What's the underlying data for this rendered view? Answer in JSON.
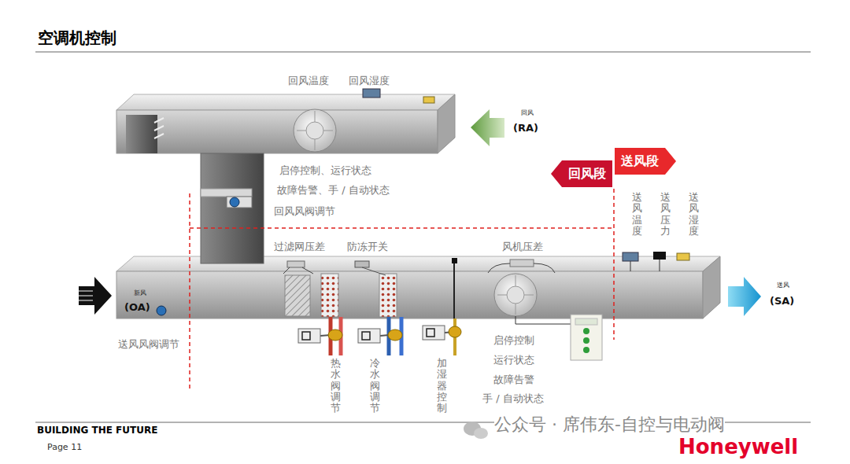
{
  "diagram": {
    "title": "空调机控制",
    "nodes": [
      {
        "text": [
          "回风段"
        ]
      },
      {
        "text": [
          "送风段"
        ]
      }
    ],
    "labels": [
      "回风温度",
      "回风湿度",
      "回风",
      "(RA)",
      "启停控制、运行状态",
      "故障告警、手 / 自动状态",
      "回风风阀调节",
      "送风温度",
      "送风压力",
      "送风湿度",
      "过滤网压差",
      "防冻开关",
      "风机压差",
      "新风",
      "(OA)",
      "送风风阀调节",
      "热水阀调节",
      "冷水阀调节",
      "加湿器控制",
      "启停控制",
      "运行状态",
      "故障告警",
      "手 / 自动状态",
      "送风",
      "(SA)",
      "BUILDING THE FUTURE",
      "Page 11",
      "公众号 · 席伟东-自控与电动阀",
      "Honeywell"
    ]
  }
}
